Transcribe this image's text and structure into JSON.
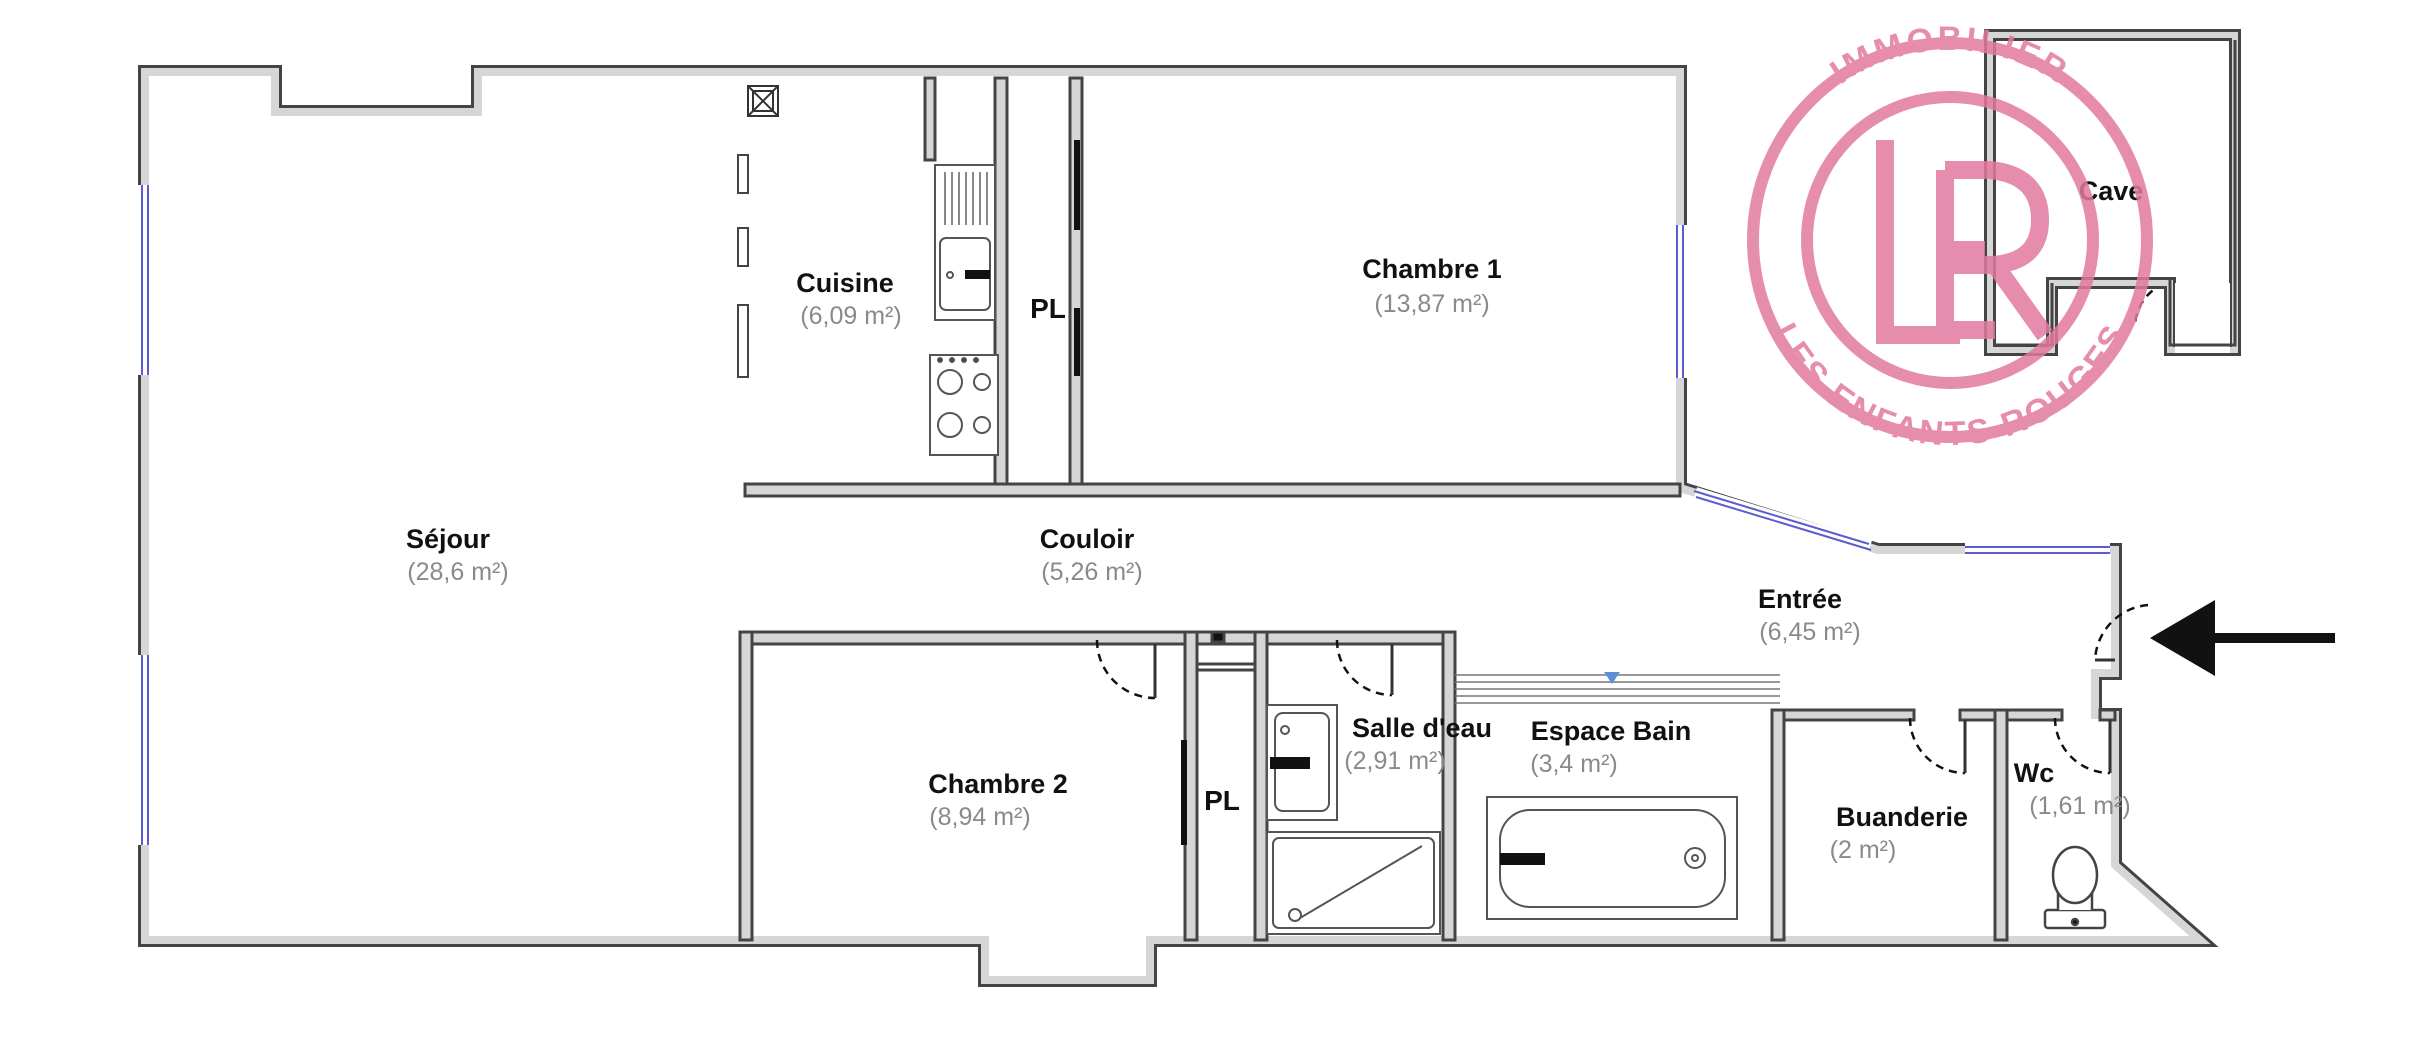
{
  "rooms": {
    "sejour": {
      "name": "Séjour",
      "area": "(28,6 m²)"
    },
    "cuisine": {
      "name": "Cuisine",
      "area": "(6,09 m²)"
    },
    "chambre1": {
      "name": "Chambre 1",
      "area": "(13,87 m²)"
    },
    "couloir": {
      "name": "Couloir",
      "area": "(5,26 m²)"
    },
    "entree": {
      "name": "Entrée",
      "area": "(6,45 m²)"
    },
    "chambre2": {
      "name": "Chambre 2",
      "area": "(8,94 m²)"
    },
    "salle_deau": {
      "name": "Salle d'eau",
      "area": "(2,91 m²)"
    },
    "espace_bain": {
      "name": "Espace Bain",
      "area": "(3,4 m²)"
    },
    "buanderie": {
      "name": "Buanderie",
      "area": "(2 m²)"
    },
    "wc": {
      "name": "Wc",
      "area": "(1,61 m²)"
    },
    "cave": {
      "name": "Cave"
    }
  },
  "placards": {
    "pl1": "PL",
    "pl2": "PL"
  },
  "watermark": {
    "top_text": "IMMOBILIER",
    "bottom_text": "LES ENFANTS ROUGES",
    "logo_letters": "LER",
    "color": "#e27aa0"
  },
  "colors": {
    "wall_fill": "#d6d6d6",
    "wall_stroke": "#444444",
    "window": "#5c5ccf"
  },
  "icons": {
    "entrance": "entrance-arrow-icon"
  }
}
